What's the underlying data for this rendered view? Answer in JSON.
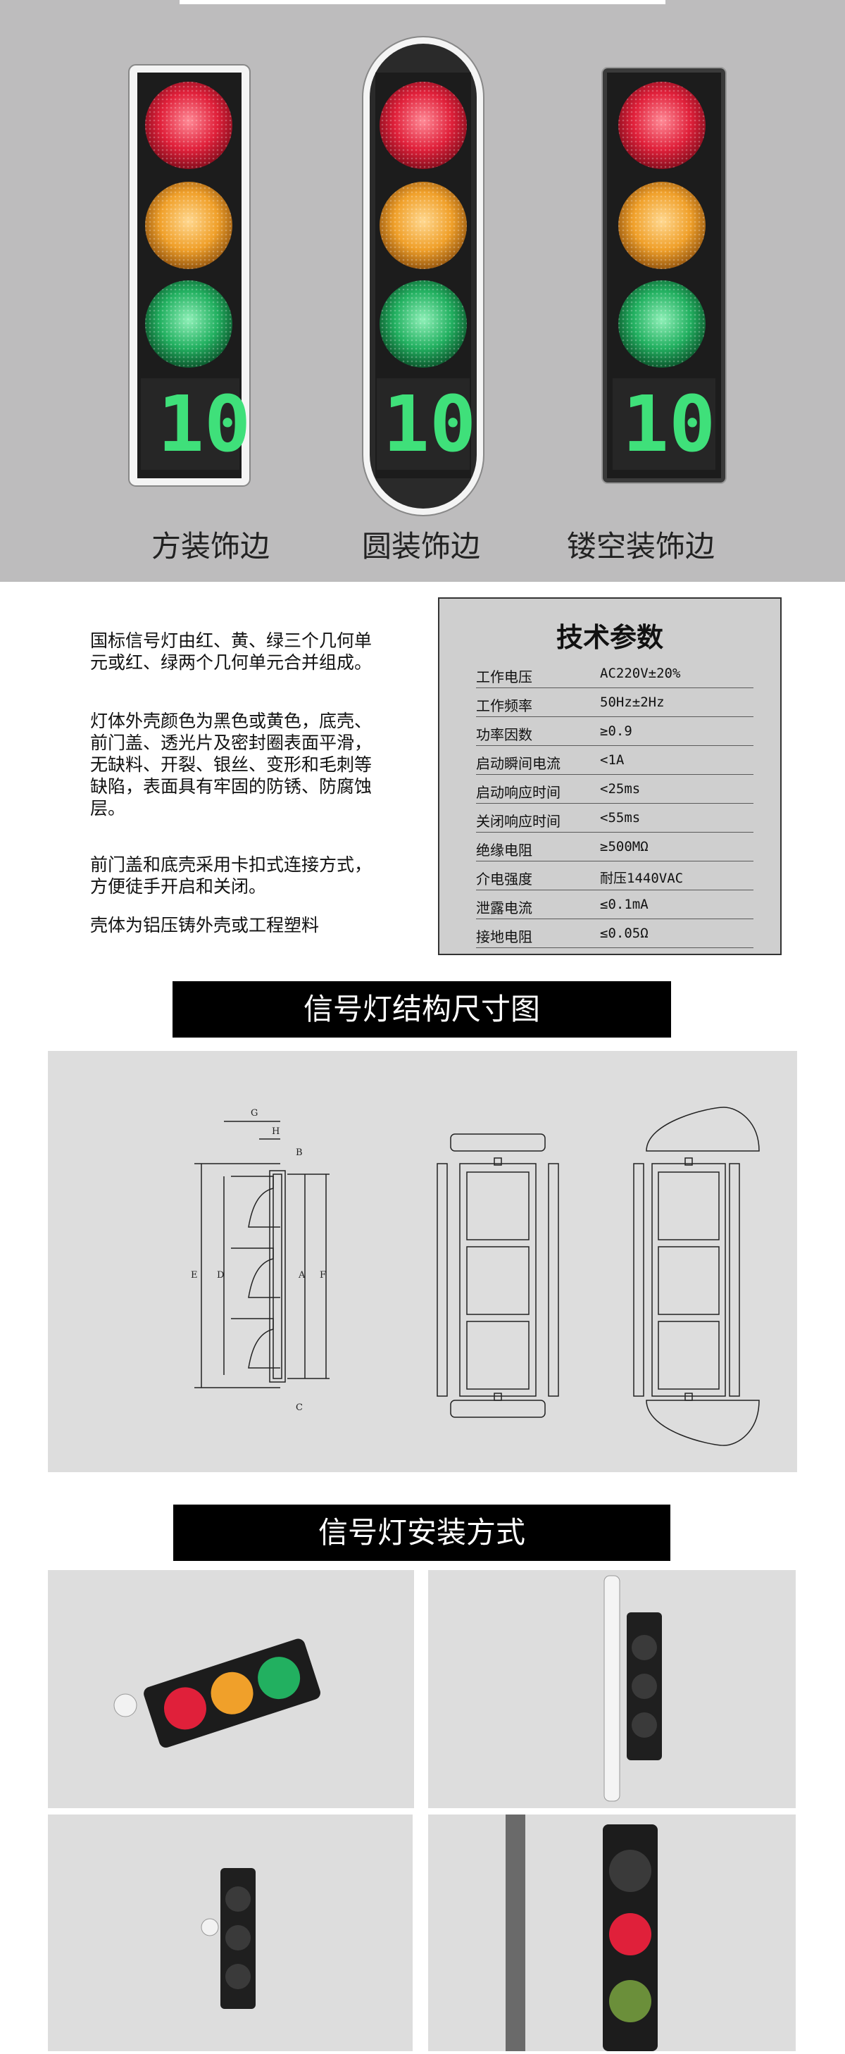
{
  "variants": [
    {
      "caption": "方装饰边",
      "countdown": "10"
    },
    {
      "caption": "圆装饰边",
      "countdown": "10"
    },
    {
      "caption": "镂空装饰边",
      "countdown": "10"
    }
  ],
  "description": [
    "国标信号灯由红、黄、绿三个几何单元或红、绿两个几何单元合并组成。",
    "灯体外壳颜色为黑色或黄色，底壳、前门盖、透光片及密封圈表面平滑，无缺料、开裂、银丝、变形和毛刺等缺陷，表面具有牢固的防锈、防腐蚀层。",
    "前门盖和底壳采用卡扣式连接方式，方便徒手开启和关闭。",
    "壳体为铝压铸外壳或工程塑料"
  ],
  "spec": {
    "title": "技术参数",
    "rows": [
      {
        "k": "工作电压",
        "v": "AC220V±20%"
      },
      {
        "k": "工作频率",
        "v": "50Hz±2Hz"
      },
      {
        "k": "功率因数",
        "v": "≥0.9"
      },
      {
        "k": "启动瞬间电流",
        "v": "<1A"
      },
      {
        "k": "启动响应时间",
        "v": "<25ms"
      },
      {
        "k": "关闭响应时间",
        "v": "<55ms"
      },
      {
        "k": "绝缘电阻",
        "v": "≥500MΩ"
      },
      {
        "k": "介电强度",
        "v": "耐压1440VAC"
      },
      {
        "k": "泄露电流",
        "v": "≤0.1mA"
      },
      {
        "k": "接地电阻",
        "v": "≤0.05Ω"
      }
    ]
  },
  "banner1": "信号灯结构尺寸图",
  "banner2": "信号灯安装方式",
  "dims": {
    "g": "G",
    "h": "H",
    "b": "B",
    "e": "E",
    "d": "D",
    "a": "A",
    "f": "F",
    "c": "C"
  },
  "colors": {
    "red": "#e0203a",
    "amber": "#f0a02a",
    "green": "#22b060",
    "digit": "#3fe07a",
    "housing": "#1c1c1c"
  }
}
